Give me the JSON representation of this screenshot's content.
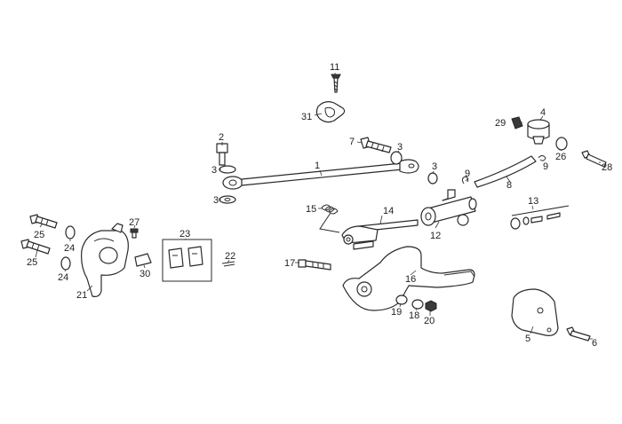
{
  "labels": {
    "l1": "1",
    "l2": "2",
    "l3a": "3",
    "l3b": "3",
    "l3c": "3",
    "l3d": "3",
    "l4": "4",
    "l5": "5",
    "l6": "6",
    "l7": "7",
    "l8": "8",
    "l9a": "9",
    "l9b": "9",
    "l11": "11",
    "l12": "12",
    "l13": "13",
    "l14": "14",
    "l15": "15",
    "l16": "16",
    "l17": "17",
    "l18": "18",
    "l19": "19",
    "l20": "20",
    "l21": "21",
    "l22": "22",
    "l23": "23",
    "l24a": "24",
    "l24b": "24",
    "l25a": "25",
    "l25b": "25",
    "l26": "26",
    "l27": "27",
    "l28": "28",
    "l29": "29",
    "l30": "30",
    "l31": "31"
  }
}
